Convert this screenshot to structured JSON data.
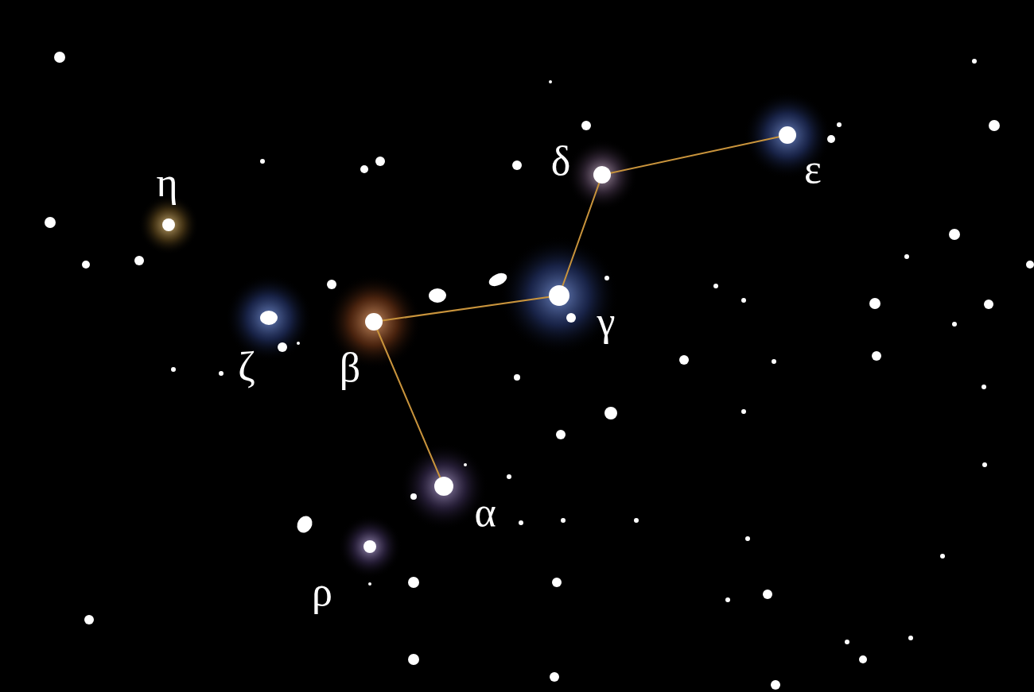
{
  "diagram": {
    "labels": [
      "δ",
      "ε",
      "η",
      "γ",
      "ζ",
      "β",
      "α",
      "ρ"
    ]
  }
}
